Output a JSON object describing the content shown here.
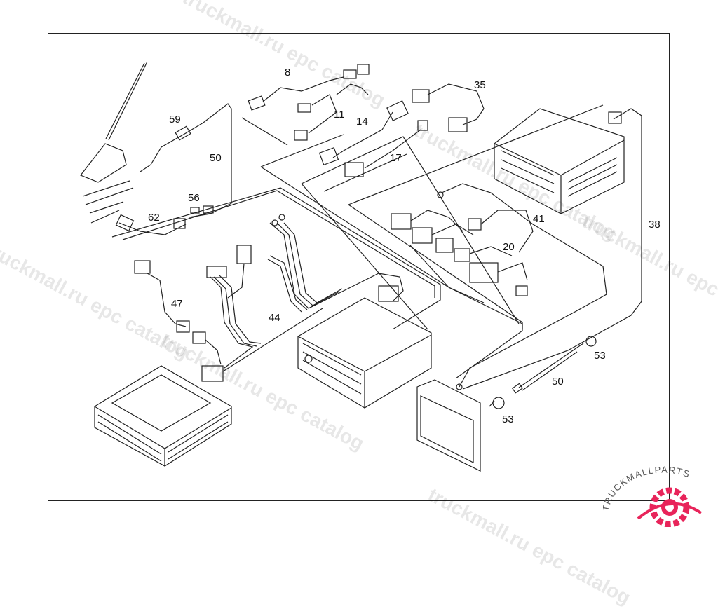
{
  "colors": {
    "line": "#222222",
    "watermark": "#000000",
    "logo_red": "#e8245a",
    "logo_grey": "#555555"
  },
  "watermark": {
    "text": "truckmall.ru epc catalog"
  },
  "logo": {
    "brand": "TRUCKMALLPARTS"
  },
  "callouts": [
    "8",
    "11",
    "14",
    "35",
    "17",
    "59",
    "50",
    "56",
    "62",
    "41",
    "20",
    "38",
    "47",
    "44",
    "53",
    "50",
    "53"
  ]
}
